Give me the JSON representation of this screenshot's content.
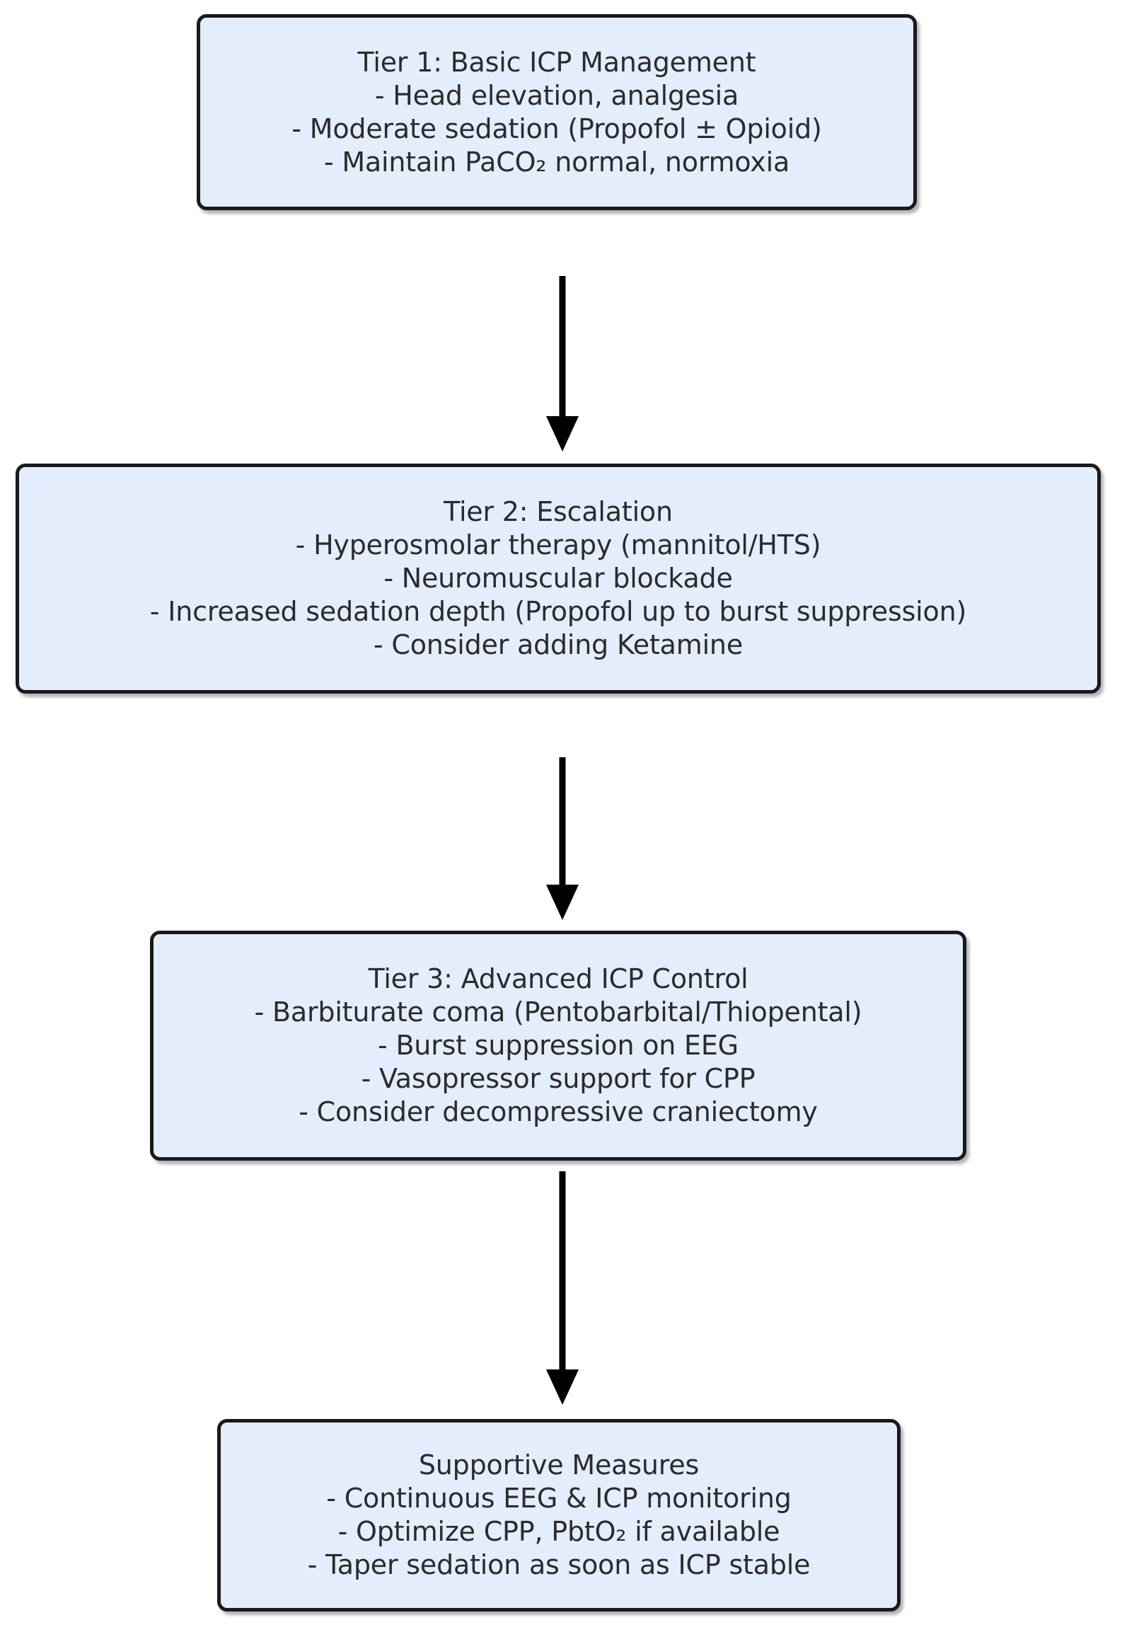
{
  "diagram": {
    "type": "flowchart",
    "orientation": "top-to-bottom",
    "theme": {
      "node_fill": "#e3edfc",
      "node_border": "#1a1a1a",
      "text_color": "#2b2b2b",
      "arrow_color": "#000000",
      "background": "#ffffff"
    },
    "nodes": [
      {
        "id": "tier1",
        "title": "Tier 1: Basic ICP Management",
        "lines": [
          "Tier 1: Basic ICP Management",
          "- Head elevation, analgesia",
          "- Moderate sedation (Propofol ± Opioid)",
          "- Maintain PaCO₂ normal, normoxia"
        ]
      },
      {
        "id": "tier2",
        "title": "Tier 2: Escalation",
        "lines": [
          "Tier 2: Escalation",
          "- Hyperosmolar therapy (mannitol/HTS)",
          "- Neuromuscular blockade",
          "- Increased sedation depth (Propofol up to burst suppression)",
          "- Consider adding Ketamine"
        ]
      },
      {
        "id": "tier3",
        "title": "Tier 3: Advanced ICP Control",
        "lines": [
          "Tier 3: Advanced ICP Control",
          "- Barbiturate coma (Pentobarbital/Thiopental)",
          "- Burst suppression on EEG",
          "- Vasopressor support for CPP",
          "- Consider decompressive craniectomy"
        ]
      },
      {
        "id": "supportive",
        "title": "Supportive Measures",
        "lines": [
          "Supportive Measures",
          "- Continuous EEG & ICP monitoring",
          "- Optimize CPP, PbtO₂ if available",
          "- Taper sedation as soon as ICP stable"
        ]
      }
    ],
    "edges": [
      {
        "id": "edge-1",
        "from": "tier1",
        "to": "tier2",
        "label": "",
        "marker": "arrow-down"
      },
      {
        "id": "edge-2",
        "from": "tier2",
        "to": "tier3",
        "label": "",
        "marker": "arrow-down"
      },
      {
        "id": "edge-3",
        "from": "tier3",
        "to": "supportive",
        "label": "",
        "marker": "arrow-down"
      }
    ]
  }
}
